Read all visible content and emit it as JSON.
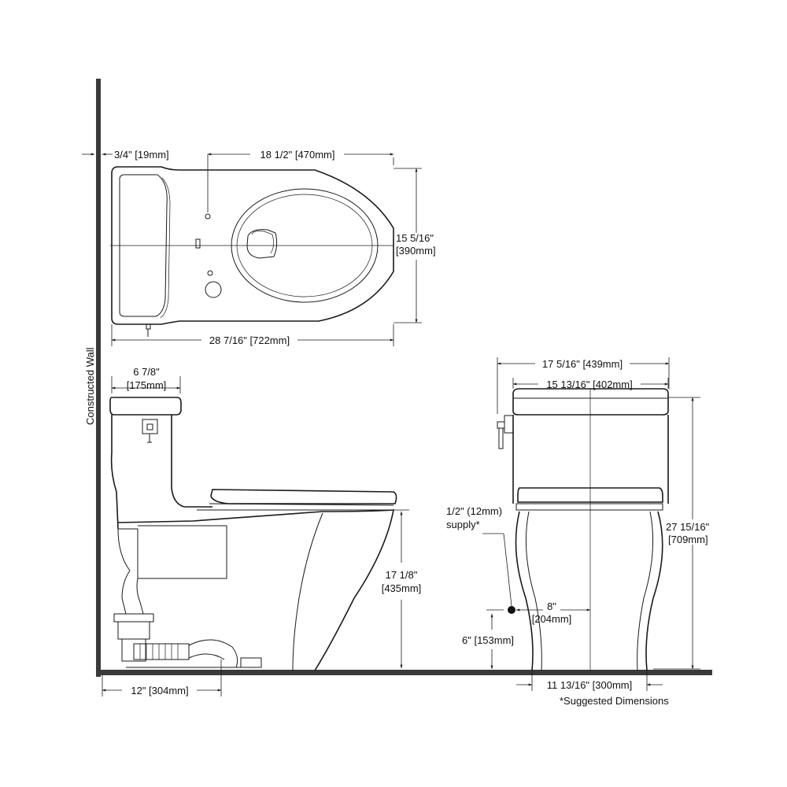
{
  "wall_label": "Constructed Wall",
  "top_view": {
    "dim_wall_offset": "3/4\" [19mm]",
    "dim_rough_in": "18 1/2\" [470mm]",
    "dim_width_line1": "15 5/16\"",
    "dim_width_line2": "[390mm]",
    "dim_length": "28 7/16\" [722mm]"
  },
  "side_view": {
    "dim_tank_depth_line1": "6 7/8\"",
    "dim_tank_depth_line2": "[175mm]",
    "dim_seat_height_line1": "17 1/8\"",
    "dim_seat_height_line2": "[435mm]",
    "dim_outlet": "12\" [304mm]"
  },
  "front_view": {
    "dim_overall_width": "17 5/16\" [439mm]",
    "dim_tank_width": "15 13/16\" [402mm]",
    "dim_height_line1": "27 15/16\"",
    "dim_height_line2": "[709mm]",
    "supply_line1": "1/2\" (12mm)",
    "supply_line2": "supply*",
    "dim_supply_offset_line1": "8\"",
    "dim_supply_offset_line2": "[204mm]",
    "dim_supply_height": "6\" [153mm]",
    "dim_base_width": "11 13/16\" [300mm]"
  },
  "footnote": "*Suggested Dimensions"
}
